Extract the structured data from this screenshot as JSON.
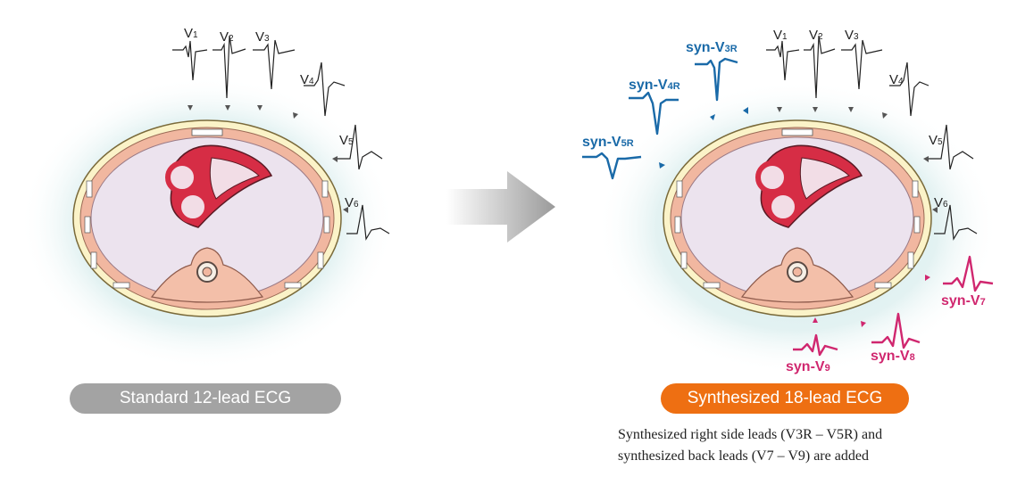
{
  "left_panel": {
    "leads": [
      {
        "base": "V",
        "sub": "1"
      },
      {
        "base": "V",
        "sub": "2"
      },
      {
        "base": "V",
        "sub": "3"
      },
      {
        "base": "V",
        "sub": "4"
      },
      {
        "base": "V",
        "sub": "5"
      },
      {
        "base": "V",
        "sub": "6"
      }
    ],
    "title": "Standard 12-lead ECG"
  },
  "right_panel": {
    "leads": [
      {
        "base": "V",
        "sub": "1"
      },
      {
        "base": "V",
        "sub": "2"
      },
      {
        "base": "V",
        "sub": "3"
      },
      {
        "base": "V",
        "sub": "4"
      },
      {
        "base": "V",
        "sub": "5"
      },
      {
        "base": "V",
        "sub": "6"
      }
    ],
    "synthesized_right": [
      {
        "base": "syn-V",
        "sub": "3R"
      },
      {
        "base": "syn-V",
        "sub": "4R"
      },
      {
        "base": "syn-V",
        "sub": "5R"
      }
    ],
    "synthesized_back": [
      {
        "base": "syn-V",
        "sub": "7"
      },
      {
        "base": "syn-V",
        "sub": "8"
      },
      {
        "base": "syn-V",
        "sub": "9"
      }
    ],
    "title": "Synthesized 18-lead ECG",
    "caption_lines": [
      "Synthesized right side leads (V3R – V5R) and",
      "synthesized back leads (V7 – V9) are added"
    ]
  },
  "colors": {
    "blue_leads": "#1a6aa8",
    "pink_leads": "#d0276f",
    "heart": "#d62d45",
    "std_pill": "#a3a3a3",
    "syn_pill": "#ee6f12"
  }
}
